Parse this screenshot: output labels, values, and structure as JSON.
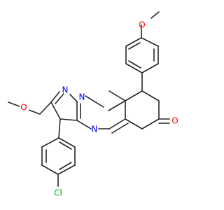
{
  "molecule": {
    "atoms": {
      "o_methoxy_top": "O",
      "o_methoxy_side": "O",
      "o_ketone": "O",
      "n1": "N",
      "n2": "N",
      "n3": "N",
      "cl": "Cl"
    },
    "colors": {
      "bond": "#262626",
      "oxygen": "#ff0000",
      "nitrogen": "#0000ff",
      "chlorine": "#00b000"
    }
  }
}
